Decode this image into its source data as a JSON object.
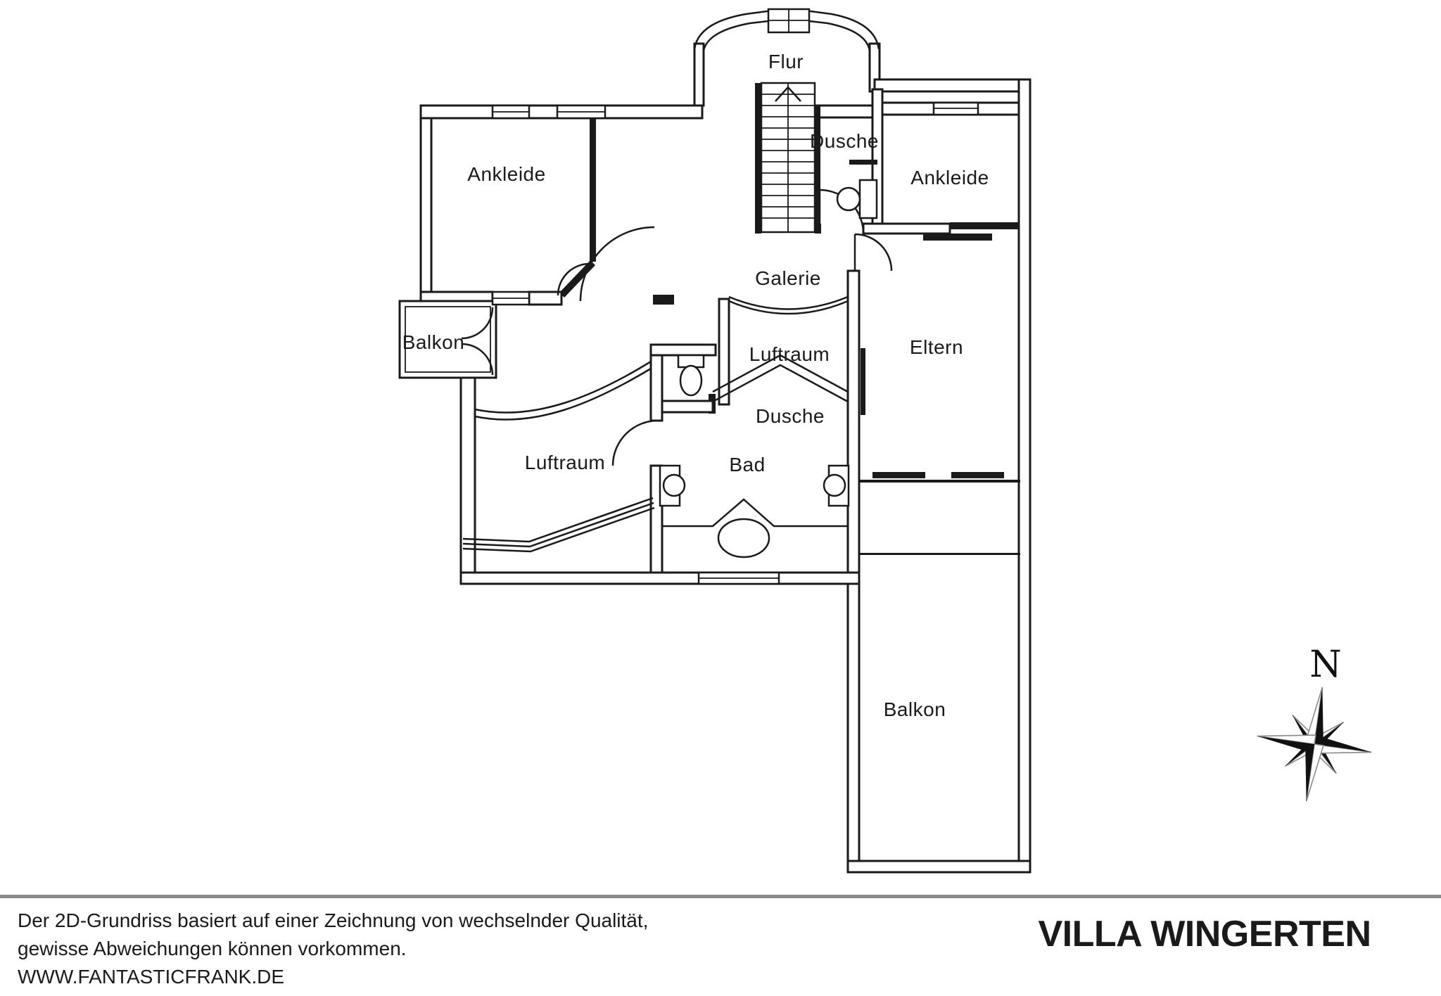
{
  "title": "VILLA WINGERTEN",
  "rooms": {
    "flur": "Flur",
    "ankleide_left": "Ankleide",
    "dusche_top": "Dusche",
    "ankleide_right": "Ankleide",
    "galerie": "Galerie",
    "balkon_left": "Balkon",
    "luftraum_middle": "Luftraum",
    "dusche_middle": "Dusche",
    "eltern": "Eltern",
    "luftraum_left": "Luftraum",
    "bad": "Bad",
    "balkon_bottom": "Balkon"
  },
  "compass": {
    "north_label": "N"
  },
  "footer": {
    "disclaimer_line1": "Der 2D-Grundriss basiert auf einer Zeichnung von wechselnder Qualität,",
    "disclaimer_line2": "gewisse Abweichungen können vorkommen.",
    "website": "WWW.FANTASTICFRANK.DE",
    "title": "VILLA WINGERTEN"
  },
  "colors": {
    "wall_line": "#1a1a1a",
    "divider": "#8a8a8a",
    "background": "#ffffff",
    "text": "#1a1a1a"
  }
}
